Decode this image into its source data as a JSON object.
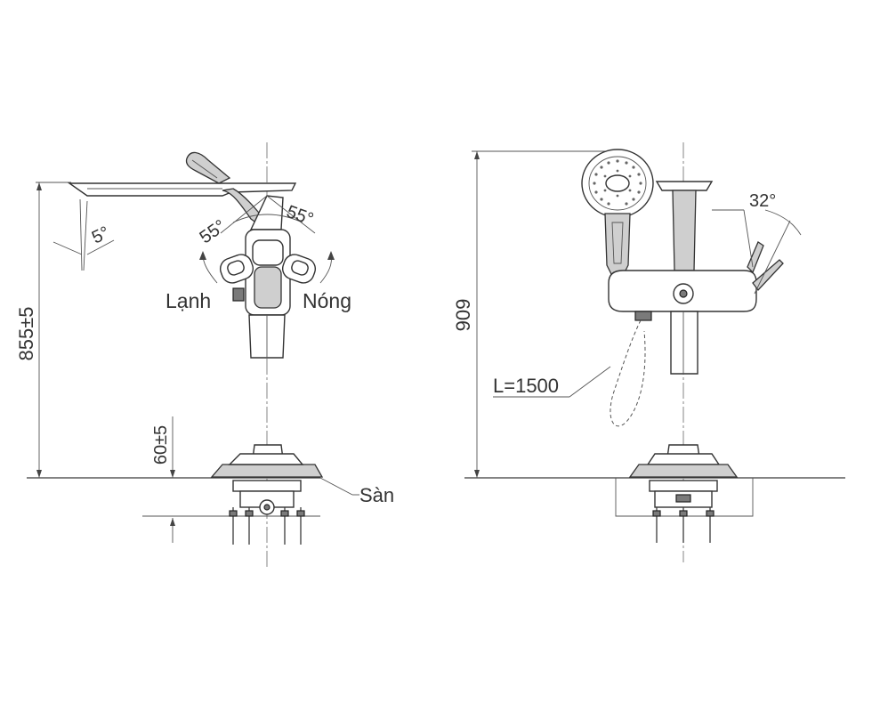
{
  "diagram": {
    "left_view": {
      "height_dimension": "855±5",
      "base_dimension": "60±5",
      "angle_spout": "5°",
      "angle_left": "55°",
      "angle_right": "55°",
      "label_cold": "Lạnh",
      "label_hot": "Nóng",
      "label_floor": "Sàn"
    },
    "right_view": {
      "height_dimension": "909",
      "hose_length": "L=1500",
      "angle_lever": "32°"
    }
  }
}
